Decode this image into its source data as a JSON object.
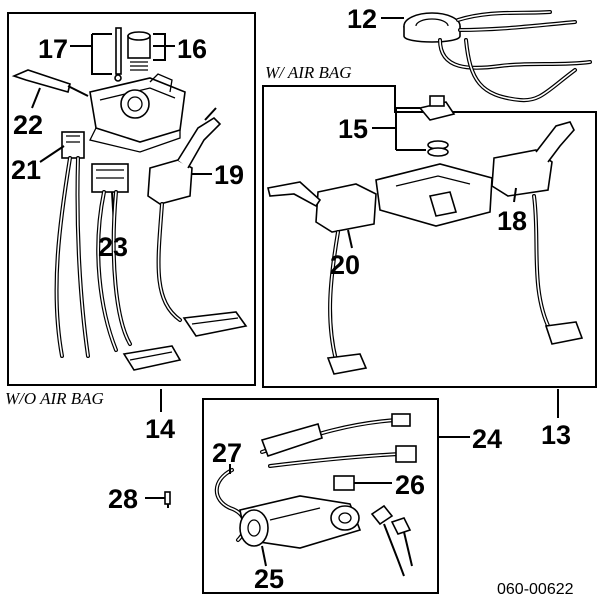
{
  "callouts": {
    "c12": "12",
    "c13": "13",
    "c14": "14",
    "c15": "15",
    "c16": "16",
    "c17": "17",
    "c18": "18",
    "c19": "19",
    "c20": "20",
    "c21": "21",
    "c22": "22",
    "c23": "23",
    "c24": "24",
    "c25": "25",
    "c26": "26",
    "c27": "27",
    "c28": "28"
  },
  "captions": {
    "with_airbag": "W/ AIR BAG",
    "without_airbag": "W/O AIR BAG"
  },
  "diagram_code": "060-00622"
}
